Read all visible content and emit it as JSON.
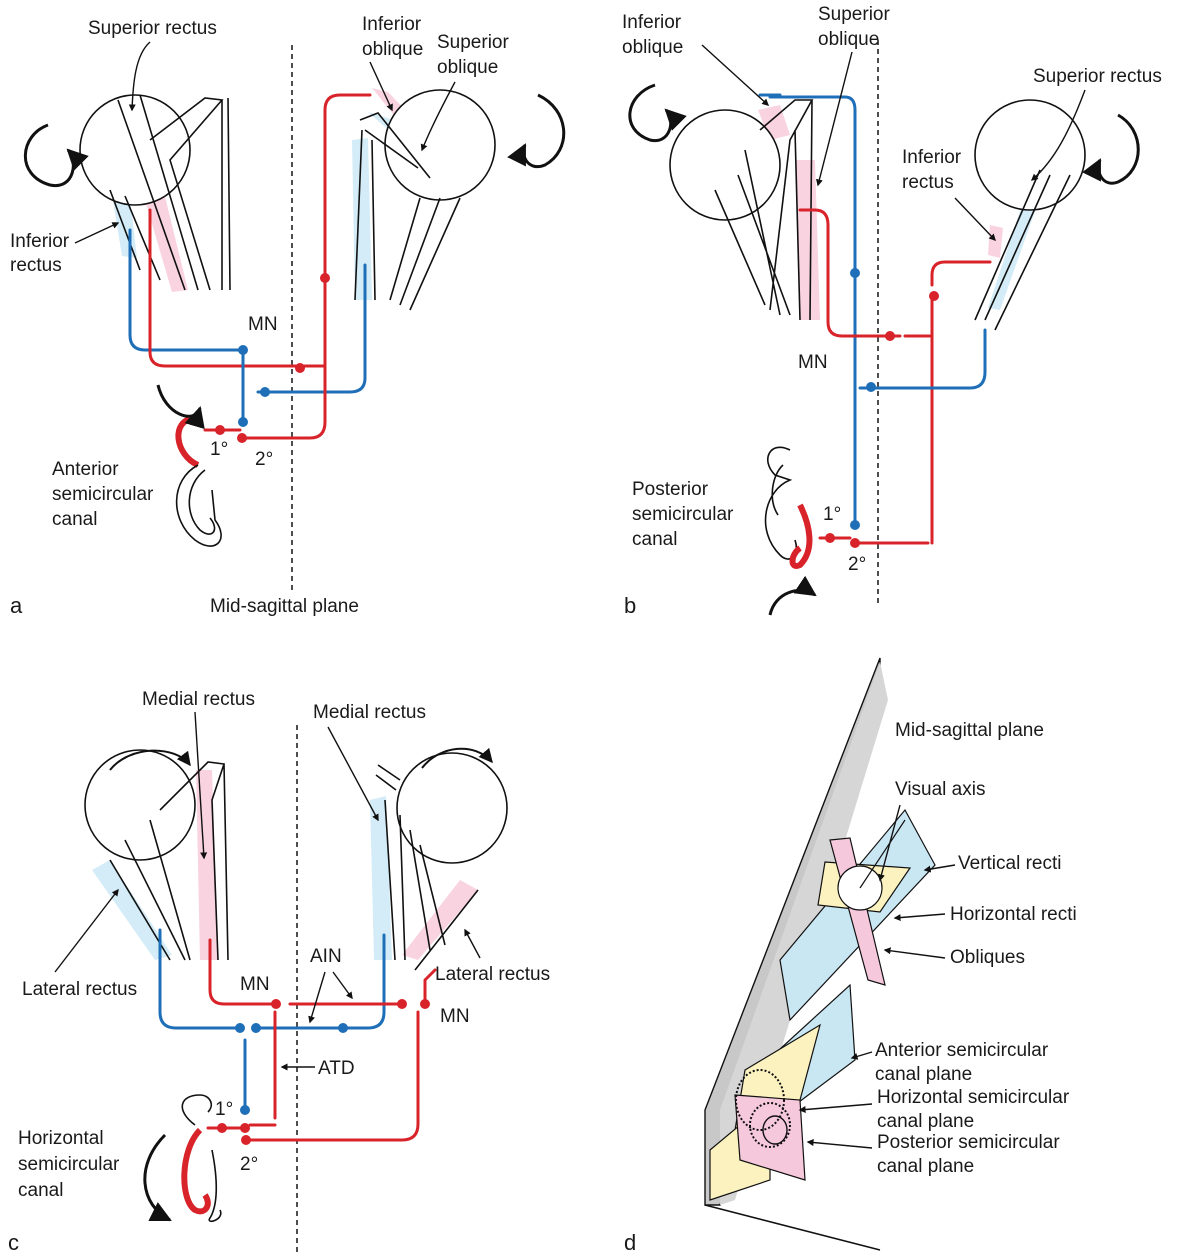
{
  "panels": {
    "a": {
      "letter": "a",
      "labels": {
        "superior_rectus": "Superior rectus",
        "inferior_oblique": "Inferior\noblique",
        "superior_oblique": "Superior\noblique",
        "inferior_rectus": "Inferior\nrectus",
        "mn": "MN",
        "primary": "1°",
        "secondary": "2°",
        "canal": "Anterior\nsemicircular\ncanal",
        "plane": "Mid-sagittal plane"
      }
    },
    "b": {
      "letter": "b",
      "labels": {
        "inferior_oblique": "Inferior\noblique",
        "superior_oblique": "Superior\noblique",
        "superior_rectus": "Superior rectus",
        "inferior_rectus": "Inferior\nrectus",
        "mn": "MN",
        "primary": "1°",
        "secondary": "2°",
        "canal": "Posterior\nsemicircular\ncanal"
      }
    },
    "c": {
      "letter": "c",
      "labels": {
        "medial_rectus_left": "Medial rectus",
        "medial_rectus_right": "Medial rectus",
        "lateral_rectus_left": "Lateral rectus",
        "lateral_rectus_right": "Lateral rectus",
        "mn_left": "MN",
        "mn_right": "MN",
        "ain": "AIN",
        "atd": "ATD",
        "primary": "1°",
        "secondary": "2°",
        "canal": "Horizontal\nsemicircular\ncanal"
      }
    },
    "d": {
      "letter": "d",
      "labels": {
        "plane": "Mid-sagittal plane",
        "visual_axis": "Visual axis",
        "vertical_recti": "Vertical recti",
        "horizontal_recti": "Horizontal recti",
        "obliques": "Obliques",
        "anterior_canal": "Anterior semicircular\ncanal plane",
        "horizontal_canal": "Horizontal semicircular\ncanal plane",
        "posterior_canal": "Posterior semicircular\ncanal plane"
      }
    }
  },
  "colors": {
    "excitatory_pathway": "#d8232a",
    "inhibitory_pathway": "#1f6fb8",
    "excited_muscle": "#f9d3e0",
    "inhibited_muscle": "#d3ecf7",
    "plane_yellow": "#fbf2c0",
    "plane_blue": "#c9e6f3",
    "plane_pink": "#f6c8dc",
    "sagittal_plane": "#c8c8c8"
  },
  "icons": {
    "rotation_arrow": "curved-arrow-icon",
    "neuron_dot": "filled-circle-icon"
  }
}
